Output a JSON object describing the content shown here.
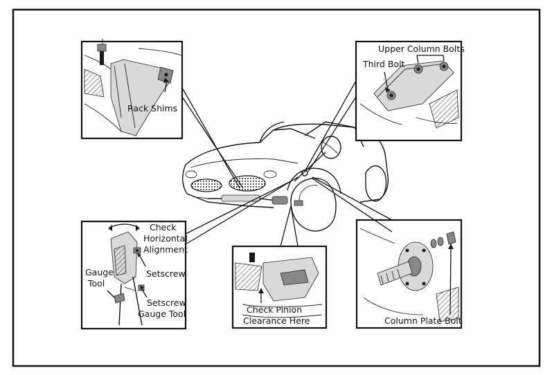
{
  "labels": {
    "rack_shims": "Rack Shims",
    "upper_column_bolts": "Upper Column Bolts",
    "third_bolt": "Third Bolt",
    "check_line1": "Check",
    "check_line2": "Horizontal",
    "check_line3": "Alignment",
    "setscrew": "Setscrew",
    "gauge_line1": "Gauge",
    "gauge_line2": "Tool",
    "setscrew_gauge_line1": "Setscrew",
    "setscrew_gauge_line2": "Gauge Tool",
    "check_pinion_line1": "Check Pinion",
    "check_pinion_line2": "Clearance Here",
    "column_plate_bolt": "Column Plate Bolt"
  }
}
